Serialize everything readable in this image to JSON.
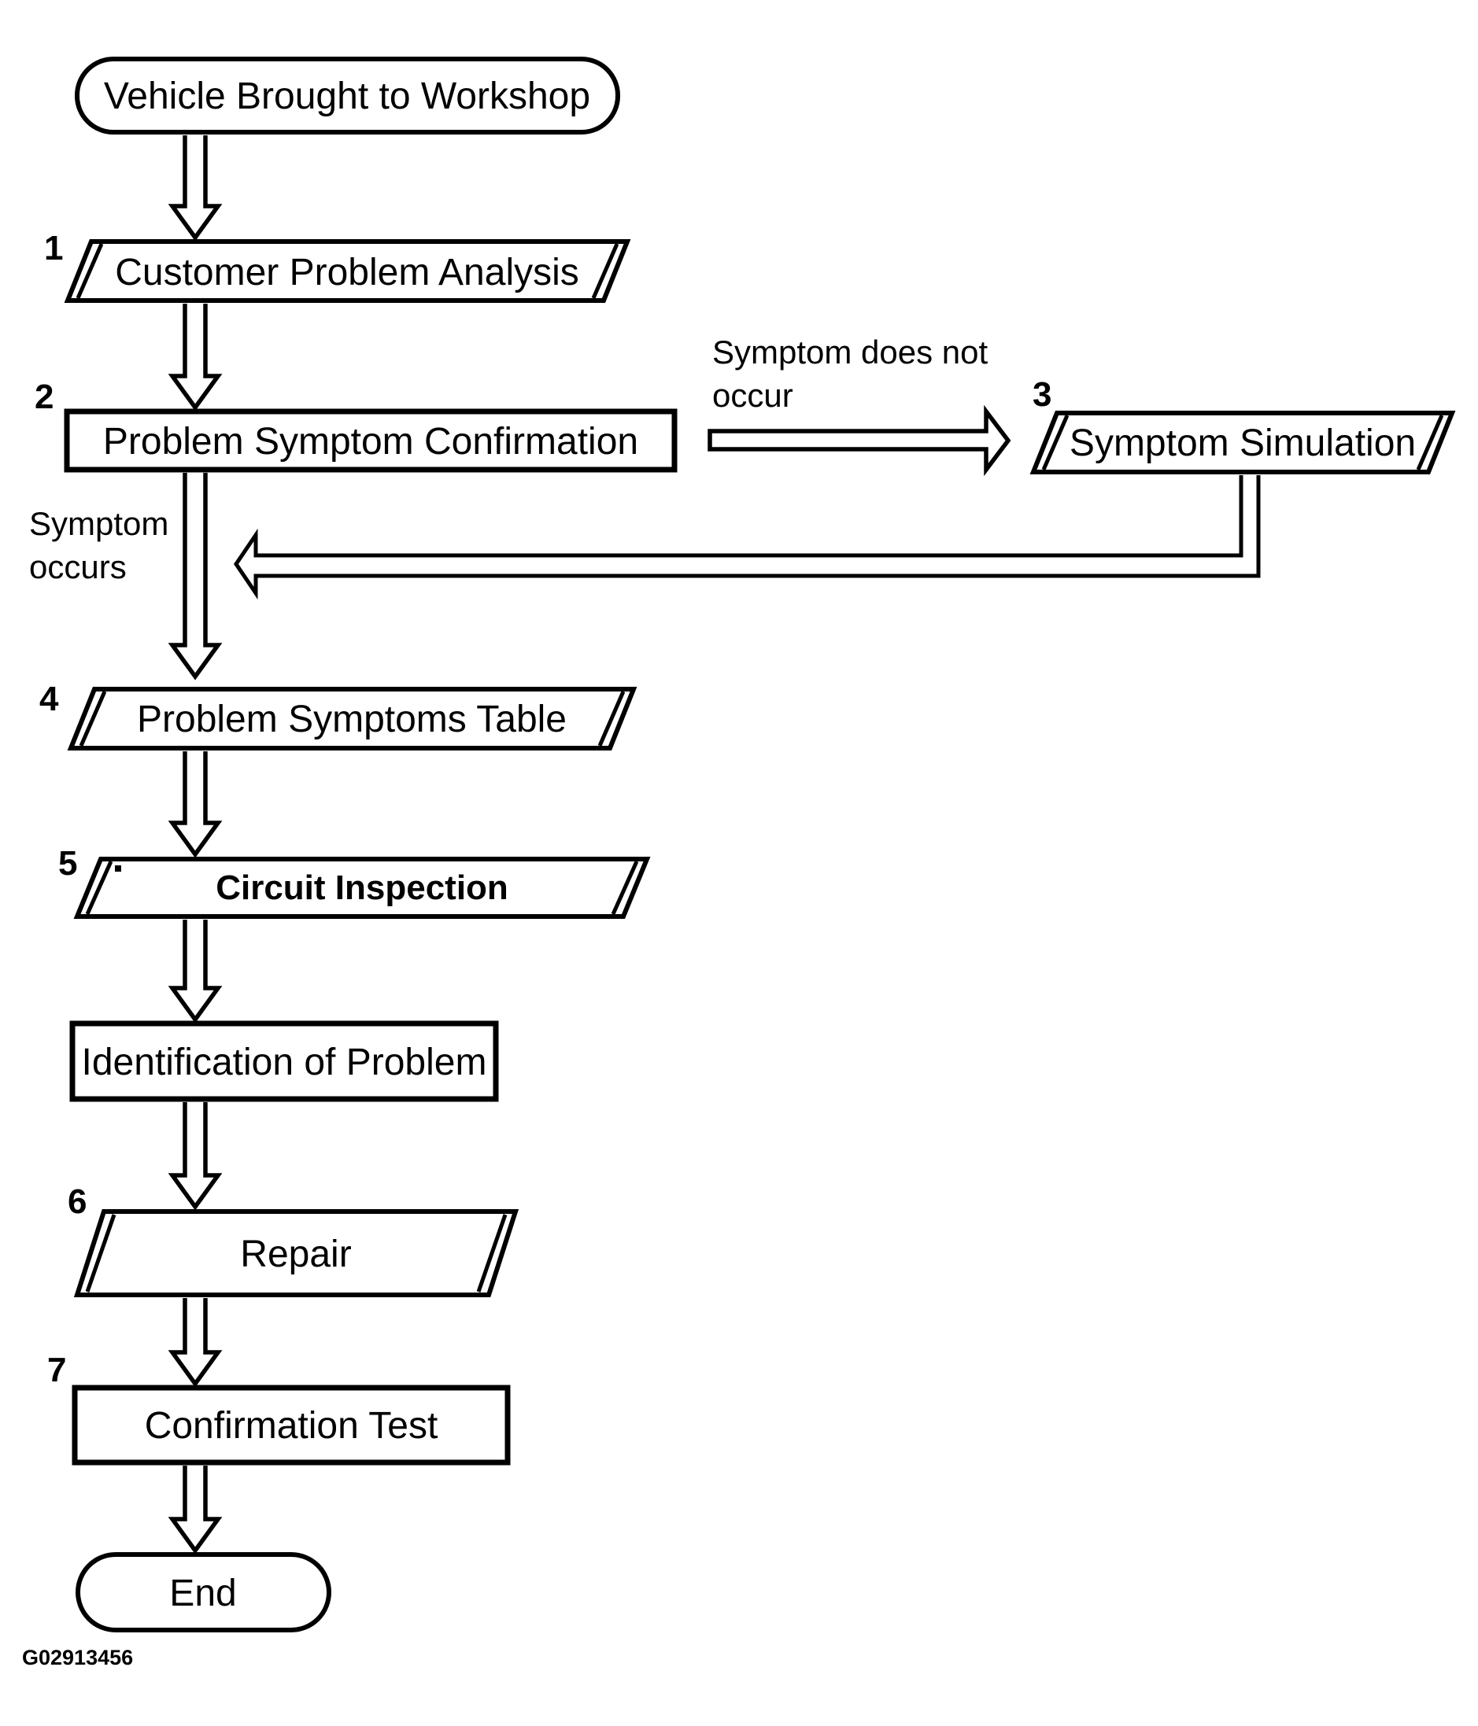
{
  "diagram": {
    "background": "#ffffff",
    "stroke_color": "#000000",
    "shape_fill": "#ffffff",
    "caption": "G02913456",
    "nodes": {
      "start": {
        "label": "Vehicle Brought to Workshop",
        "shape": "terminator"
      },
      "step1": {
        "number": "1",
        "label": "Customer Problem Analysis",
        "shape": "slashed-parallelogram"
      },
      "step2": {
        "number": "2",
        "label": "Problem Symptom Confirmation",
        "shape": "rectangle"
      },
      "step3": {
        "number": "3",
        "label": "Symptom Simulation",
        "shape": "slashed-parallelogram"
      },
      "step4": {
        "number": "4",
        "label": "Problem Symptoms Table",
        "shape": "slashed-parallelogram"
      },
      "step5": {
        "number": "5",
        "label": "Circuit Inspection",
        "shape": "slashed-parallelogram"
      },
      "identification": {
        "label": "Identification of Problem",
        "shape": "rectangle"
      },
      "step6": {
        "number": "6",
        "label": "Repair",
        "shape": "slashed-parallelogram"
      },
      "step7": {
        "number": "7",
        "label": "Confirmation Test",
        "shape": "rectangle"
      },
      "end": {
        "label": "End",
        "shape": "terminator"
      }
    },
    "branch_labels": {
      "symptom_does_not_occur": {
        "line1": "Symptom does not",
        "line2": "occur"
      },
      "symptom_occurs": {
        "line1": "Symptom",
        "line2": "occurs"
      }
    }
  }
}
